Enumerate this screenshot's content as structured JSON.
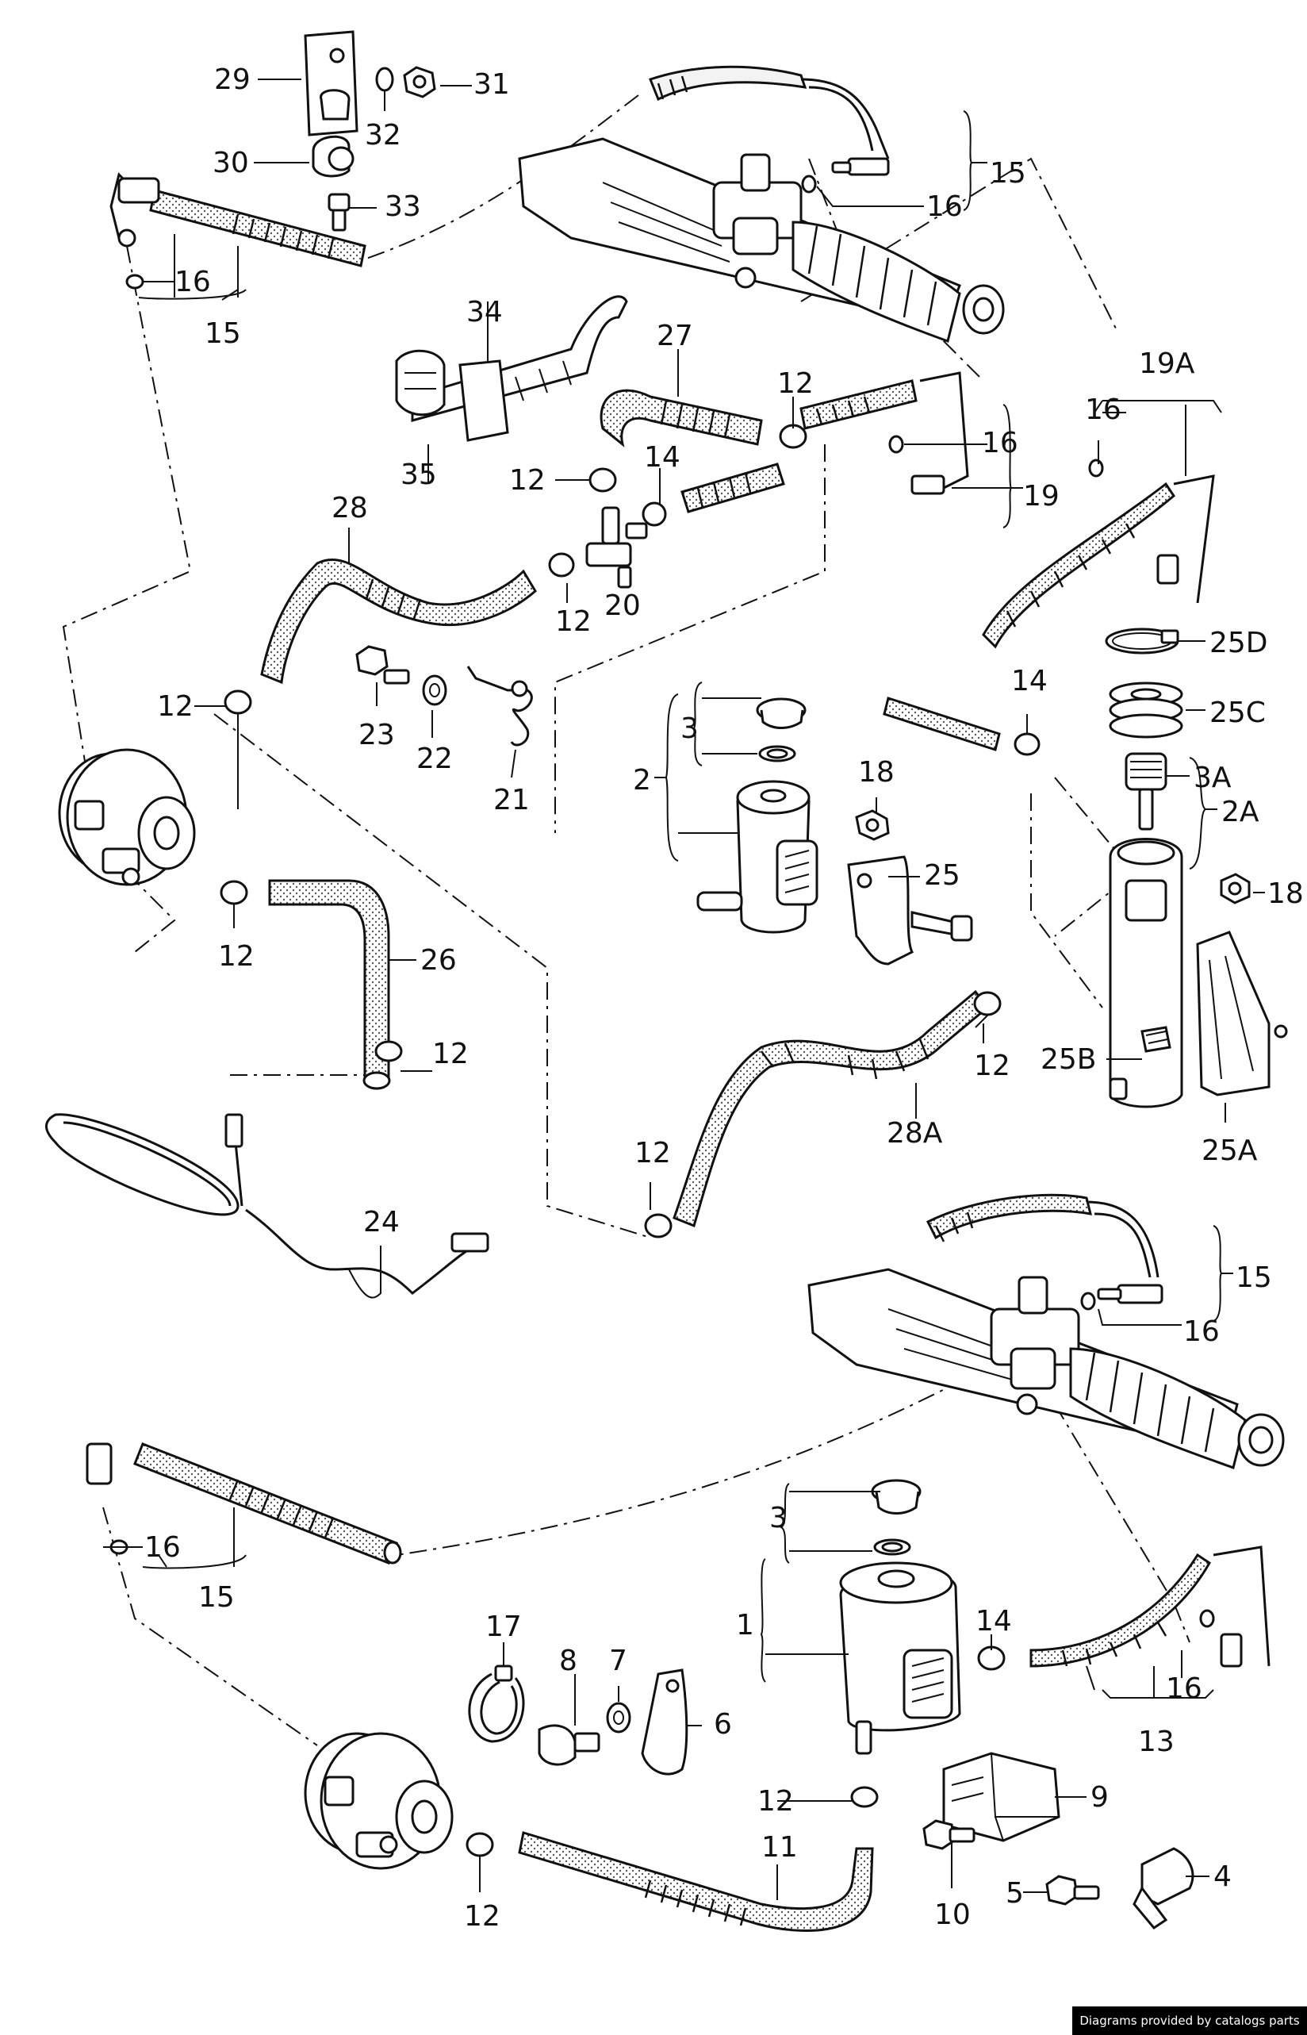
{
  "labels": {
    "p1": "1",
    "p2": "2",
    "p2A": "2A",
    "p3_top": "3",
    "p3_bottom": "3",
    "p3A": "3A",
    "p4": "4",
    "p5": "5",
    "p6": "6",
    "p7": "7",
    "p8": "8",
    "p9": "9",
    "p10": "10",
    "p11": "11",
    "p12_a": "12",
    "p12_b": "12",
    "p12_c": "12",
    "p12_d": "12",
    "p12_e": "12",
    "p12_f": "12",
    "p12_g": "12",
    "p12_h": "12",
    "p12_i": "12",
    "p12_j": "12",
    "p13": "13",
    "p14_a": "14",
    "p14_b": "14",
    "p14_c": "14",
    "p15_a": "15",
    "p15_b": "15",
    "p15_c": "15",
    "p15_d": "15",
    "p16_a": "16",
    "p16_b": "16",
    "p16_c": "16",
    "p16_d": "16",
    "p16_e": "16",
    "p16_f": "16",
    "p16_g": "16",
    "p17": "17",
    "p18_a": "18",
    "p18_b": "18",
    "p19": "19",
    "p19A": "19A",
    "p20": "20",
    "p21": "21",
    "p22": "22",
    "p23": "23",
    "p24": "24",
    "p25": "25",
    "p25A": "25A",
    "p25B": "25B",
    "p25C": "25C",
    "p25D": "25D",
    "p26": "26",
    "p27": "27",
    "p28": "28",
    "p28A": "28A",
    "p29": "29",
    "p30": "30",
    "p31": "31",
    "p32": "32",
    "p33": "33",
    "p34": "34",
    "p35": "35"
  },
  "credit": "Diagrams provided by catalogs parts"
}
